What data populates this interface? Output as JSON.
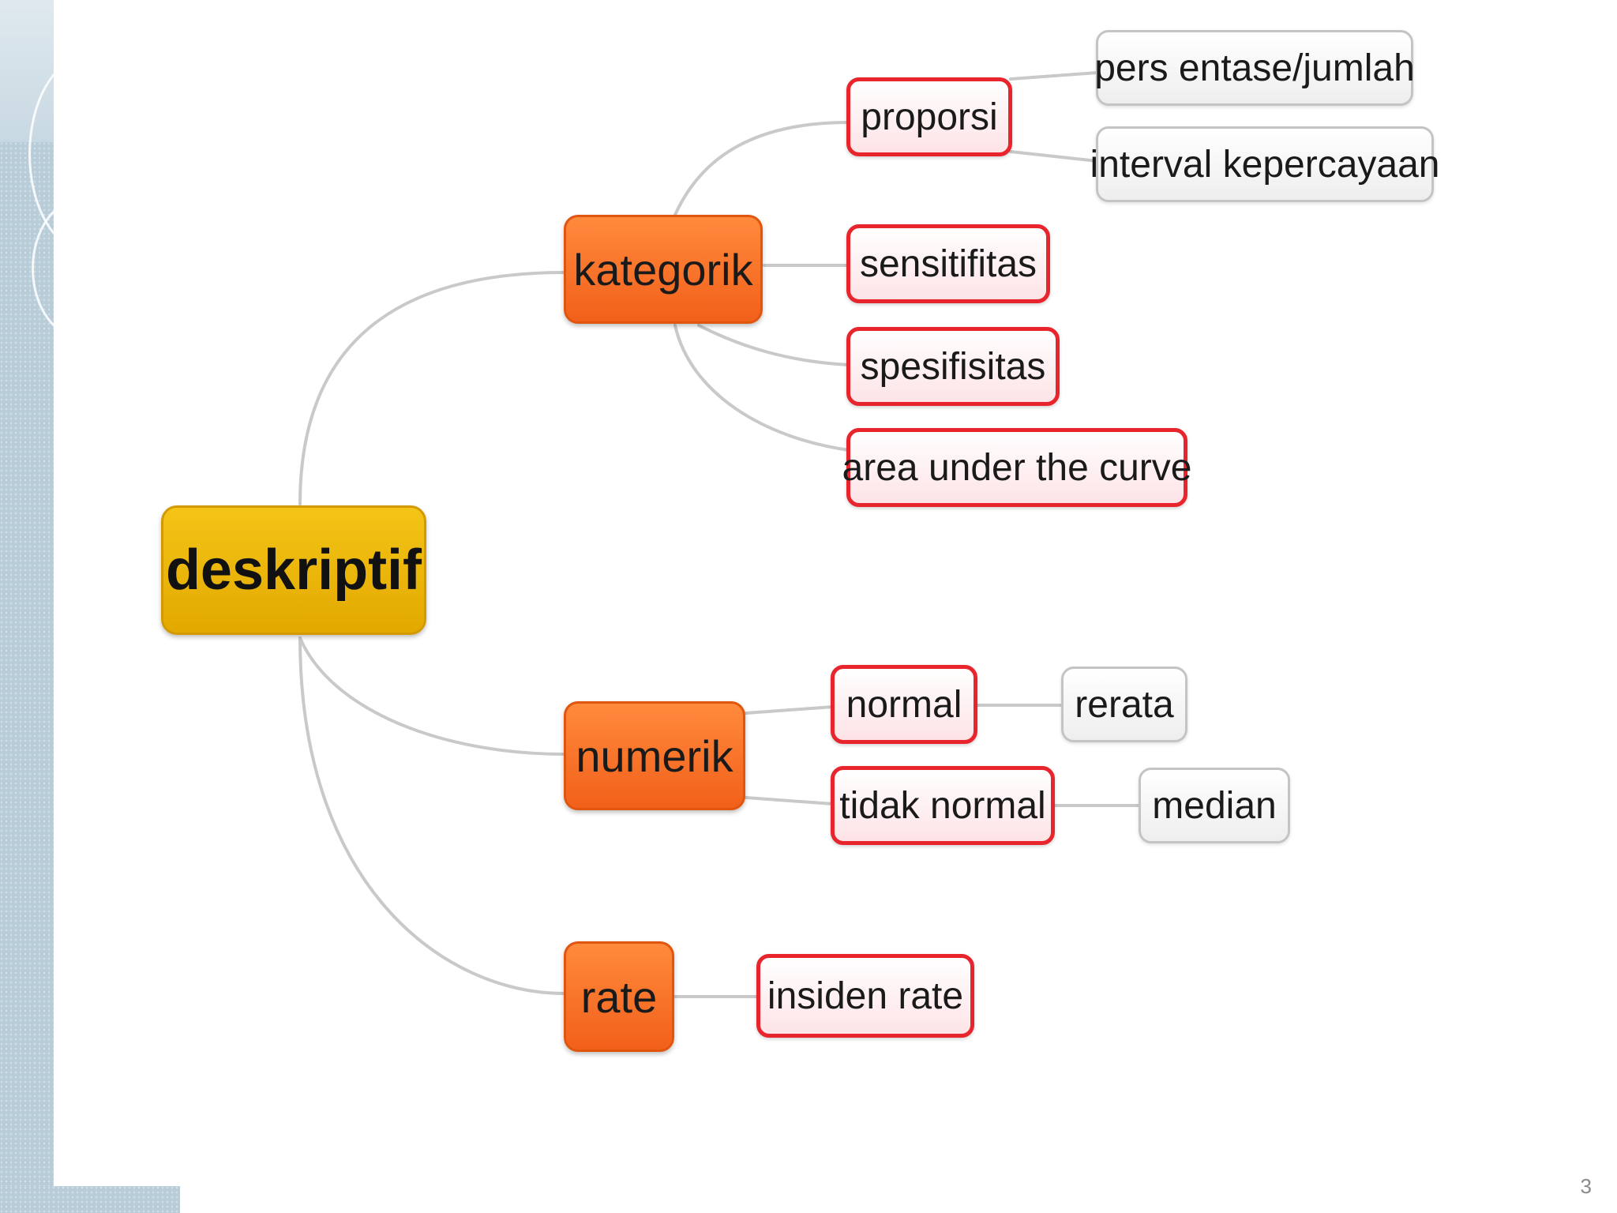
{
  "slide": {
    "page_number": "3"
  },
  "mindmap": {
    "root": "deskriptif",
    "branches": [
      {
        "label": "kategorik",
        "children": [
          {
            "label": "proporsi",
            "children": [
              "pers entase/jumlah",
              "interval kepercayaan"
            ]
          },
          {
            "label": "sensitifitas",
            "children": []
          },
          {
            "label": "spesifisitas",
            "children": []
          },
          {
            "label": "area under the curve",
            "children": []
          }
        ]
      },
      {
        "label": "numerik",
        "children": [
          {
            "label": "normal",
            "children": [
              "rerata"
            ]
          },
          {
            "label": "tidak normal",
            "children": [
              "median"
            ]
          }
        ]
      },
      {
        "label": "rate",
        "children": [
          {
            "label": "insiden rate",
            "children": []
          }
        ]
      }
    ]
  },
  "colors": {
    "root_fill": "#f0bb10",
    "level1_fill": "#f8712a",
    "level2_border": "#e8242c",
    "level3_border": "#c4c4c4",
    "connector": "#c9c9c9"
  }
}
